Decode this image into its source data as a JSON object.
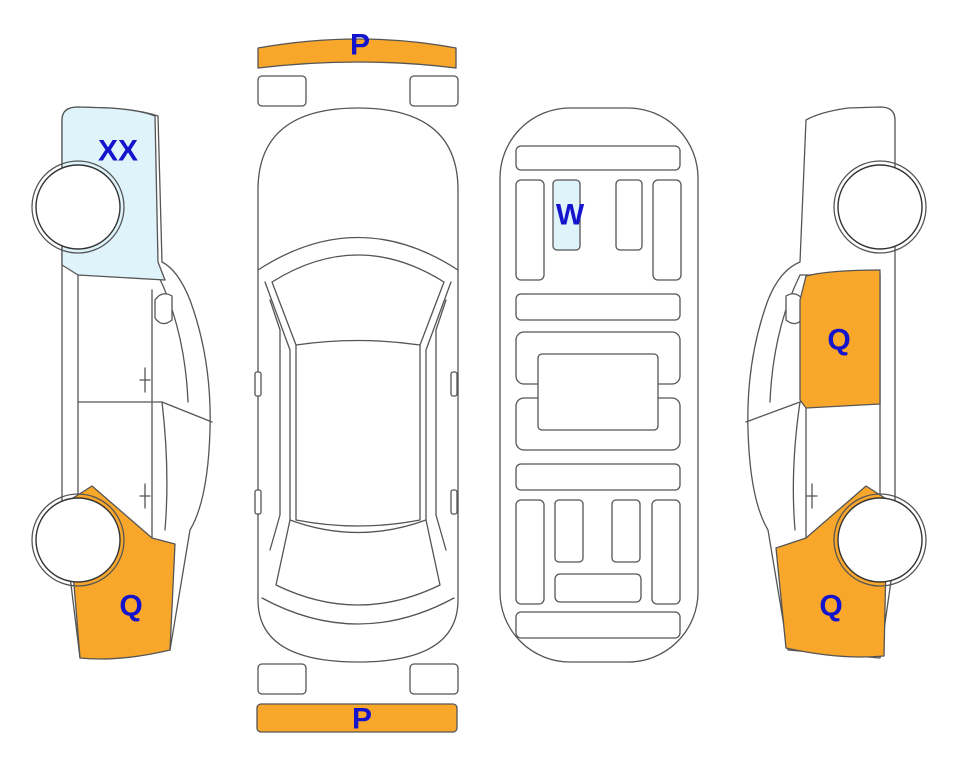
{
  "colors": {
    "damage_orange": "#F9A72B",
    "damage_lightblue": "#DFF3FA",
    "label_blue": "#1414CC",
    "outline": "#555555"
  },
  "markers": {
    "front_bumper": "P",
    "rear_bumper": "P",
    "left_front": "XX",
    "left_rear": "Q",
    "right_front_door": "Q",
    "right_rear": "Q",
    "interior_seat": "W"
  }
}
